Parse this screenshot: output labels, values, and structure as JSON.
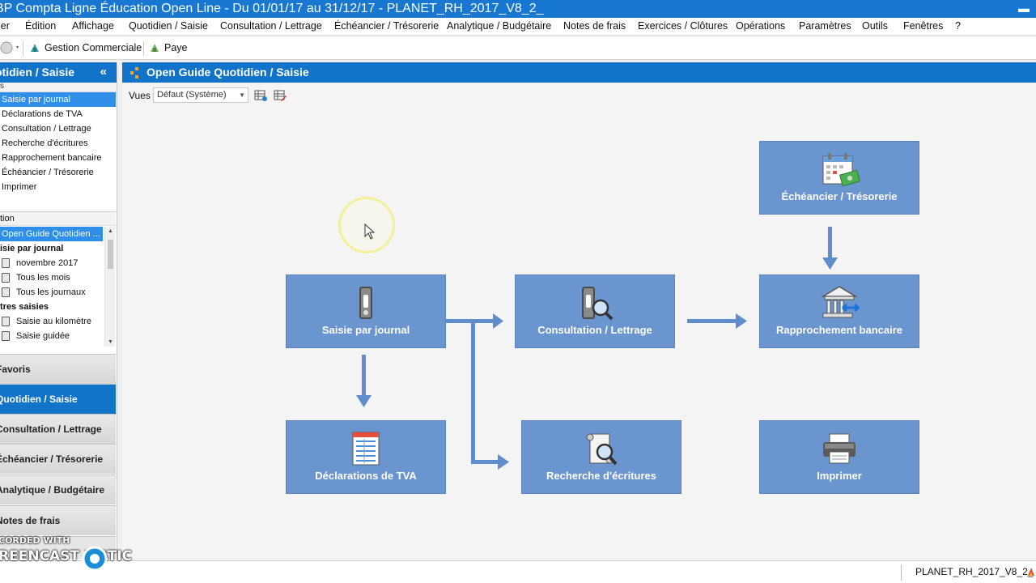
{
  "window": {
    "title": "BP Compta Ligne Éducation Open Line - Du 01/01/17 au 31/12/17 - PLANET_RH_2017_V8_2_",
    "minimize_glyph": "▬"
  },
  "menu": {
    "items": [
      "ier",
      "Édition",
      "Affichage",
      "Quotidien / Saisie",
      "Consultation / Lettrage",
      "Échéancier / Trésorerie",
      "Analytique / Budgétaire",
      "Notes de frais",
      "Exercices / Clôtures",
      "Opérations",
      "Paramètres",
      "Outils",
      "Fenêtres",
      "?"
    ]
  },
  "toolbar": {
    "gestion_label": "Gestion Commerciale",
    "paye_label": "Paye"
  },
  "sidebar": {
    "header": "otidien / Saisie",
    "collapse_glyph": "«",
    "sub_label": "s",
    "tasks": [
      "Saisie par journal",
      "Déclarations de TVA",
      "Consultation / Lettrage",
      "Recherche d'écritures",
      "Rapprochement bancaire",
      "Échéancier / Trésorerie",
      "Imprimer"
    ],
    "section_label": "tion",
    "tree": [
      {
        "label": "Open Guide Quotidien ...",
        "kind": "sel"
      },
      {
        "label": "isie par journal",
        "kind": "grp"
      },
      {
        "label": "novembre 2017",
        "kind": "leaf"
      },
      {
        "label": "Tous les mois",
        "kind": "leaf"
      },
      {
        "label": "Tous les journaux",
        "kind": "leaf"
      },
      {
        "label": "tres saisies",
        "kind": "grp"
      },
      {
        "label": "Saisie au kilomètre",
        "kind": "leaf"
      },
      {
        "label": "Saisie guidée",
        "kind": "leaf"
      }
    ],
    "nav": [
      "Favoris",
      "Quotidien / Saisie",
      "Consultation / Lettrage",
      "Échéancier / Trésorerie",
      "Analytique / Budgétaire",
      "Notes de frais"
    ],
    "active_nav": 1
  },
  "main": {
    "header": "Open Guide Quotidien / Saisie",
    "vues_label": "Vues",
    "vues_value": "Défaut (Système)",
    "tiles": {
      "saisie": "Saisie par journal",
      "consultation": "Consultation / Lettrage",
      "rapprochement": "Rapprochement bancaire",
      "echeancier": "Échéancier / Trésorerie",
      "tva": "Déclarations de TVA",
      "recherche": "Recherche d'écritures",
      "imprimer": "Imprimer"
    }
  },
  "statusbar": {
    "database": "PLANET_RH_2017_V8_2_"
  },
  "watermark": {
    "line1": "CORDED WITH",
    "line2": "REENCAST  MATIC"
  },
  "colors": {
    "accent": "#1174c9",
    "tile": "#6b95cf",
    "arrow": "#5f8dcc"
  }
}
